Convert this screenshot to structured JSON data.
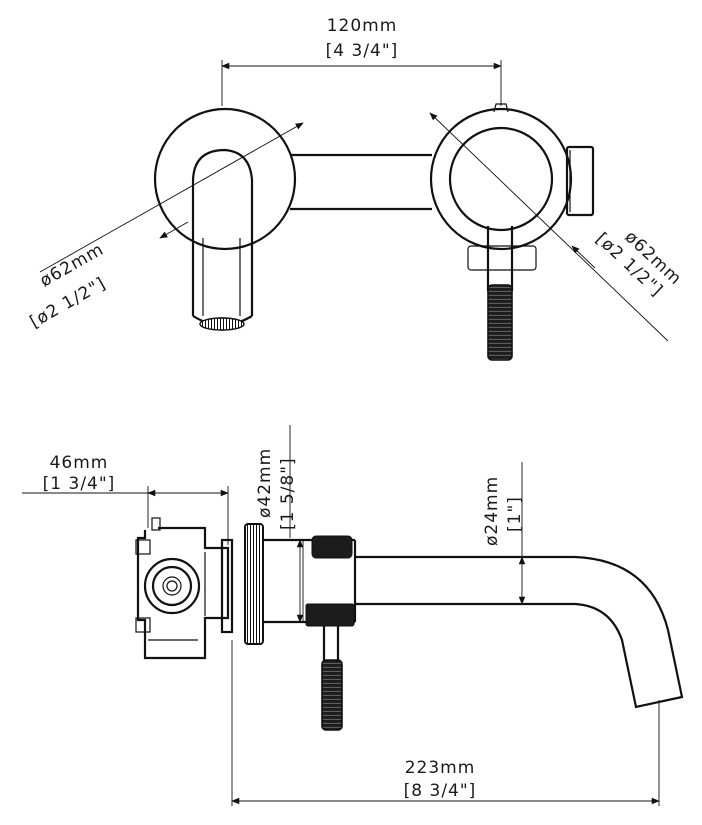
{
  "front_view": {
    "spacing": {
      "metric": "120mm",
      "imperial": "[4 3/4\"]"
    },
    "left_rosette": {
      "metric": "ø62mm",
      "imperial": "[ø2 1/2\"]"
    },
    "right_rosette": {
      "metric": "ø62mm",
      "imperial": "[ø2 1/2\"]"
    }
  },
  "side_view": {
    "wall_depth": {
      "metric": "46mm",
      "imperial": "[1 3/4\"]"
    },
    "body_diameter": {
      "metric": "ø42mm",
      "imperial": "[1 5/8\"]"
    },
    "spout_diameter": {
      "metric": "ø24mm",
      "imperial": "[1\"]"
    },
    "spout_length": {
      "metric": "223mm",
      "imperial": "[8 3/4\"]"
    }
  },
  "colors": {
    "line": "#111111",
    "background": "#ffffff",
    "handle_fill": "#1c1c1c"
  }
}
